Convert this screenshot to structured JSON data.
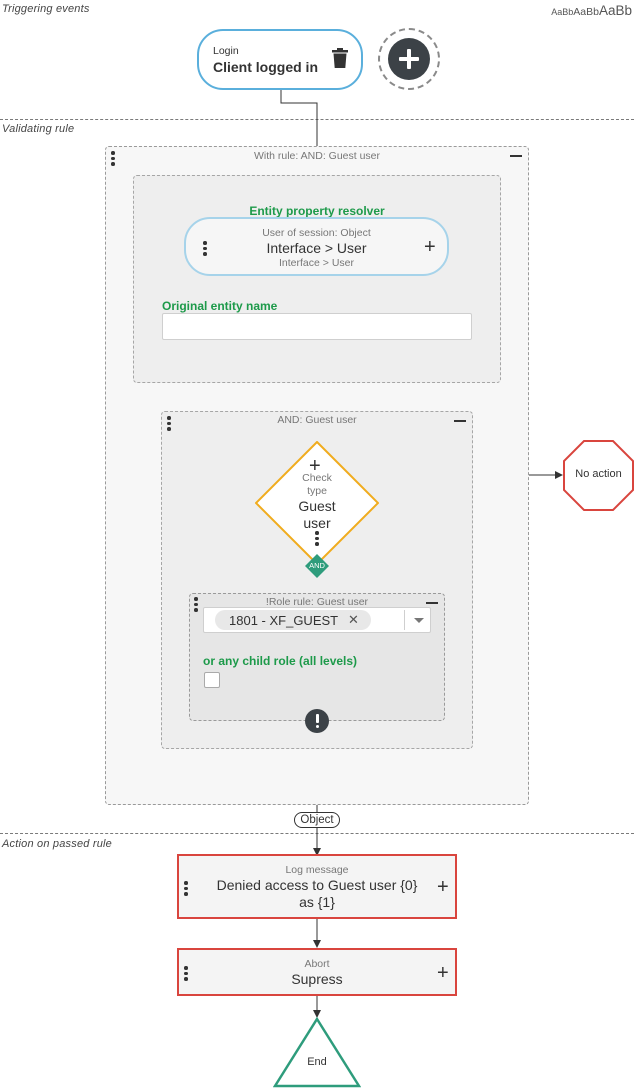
{
  "sections": {
    "triggering": "Triggering events",
    "validating": "Validating rule",
    "action": "Action on passed rule"
  },
  "font_sample": [
    "AaBb",
    "AaBb",
    "AaBb"
  ],
  "trigger": {
    "category": "Login",
    "title": "Client logged in",
    "delete_icon": "trash-icon",
    "add_icon": "plus-circle-icon"
  },
  "with_rule": {
    "title": "With rule: AND: Guest user"
  },
  "resolver": {
    "title": "Entity property resolver",
    "pill_label": "User of session: Object",
    "pill_value": "Interface > User",
    "pill_sub": "Interface > User",
    "field_label": "Original entity name",
    "field_value": ""
  },
  "and_group": {
    "title": "AND: Guest user",
    "check_label_1": "Check",
    "check_label_2": "type",
    "check_value_1": "Guest",
    "check_value_2": "user",
    "and_badge": "AND"
  },
  "role_rule": {
    "title": "!Role rule: Guest user",
    "tag": "1801 - XF_GUEST",
    "child_label": "or any child role (all levels)",
    "child_checked": false
  },
  "no_action": "No action",
  "object_badge": "Object",
  "log_message": {
    "label": "Log message",
    "line1": "Denied access to Guest user {0}",
    "line2": "as {1}"
  },
  "abort": {
    "label": "Abort",
    "value": "Supress"
  },
  "end": "End",
  "colors": {
    "trigger_border": "#5aafdc",
    "green": "#1d9a4a",
    "diamond": "#f0ac1e",
    "red": "#d9453e",
    "end_green": "#2e9c7c"
  }
}
